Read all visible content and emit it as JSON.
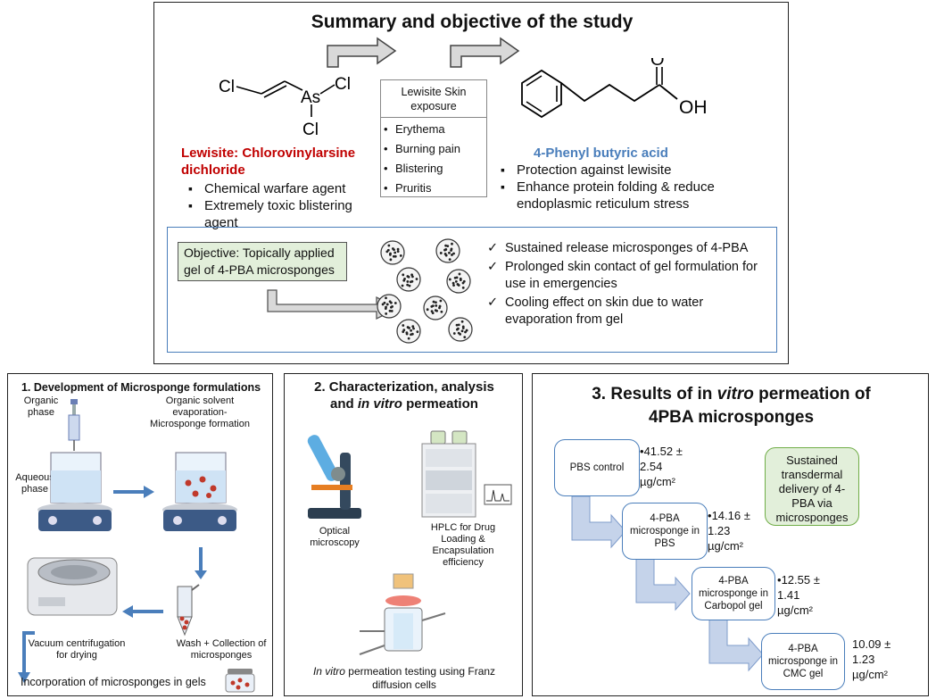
{
  "summary": {
    "title": "Summary and objective of the study",
    "lewisite": {
      "atoms": {
        "cl1": "Cl",
        "as": "As",
        "cl2": "Cl",
        "cl3": "Cl"
      },
      "name_line1": "Lewisite: Chlorovinylarsine",
      "name_line2": "dichloride",
      "bullets": [
        "Chemical warfare agent",
        "Extremely toxic blistering agent"
      ]
    },
    "exposure": {
      "title": "Lewisite Skin exposure",
      "items": [
        "Erythema",
        "Burning pain",
        "Blistering",
        "Pruritis"
      ]
    },
    "pba": {
      "atoms": {
        "o": "O",
        "oh": "OH"
      },
      "name": "4-Phenyl butyric acid",
      "bullets": [
        "Protection against lewisite",
        "Enhance protein folding & reduce endoplasmic reticulum stress"
      ]
    },
    "objective": {
      "text": "Objective: Topically applied gel of 4-PBA microsponges",
      "checks": [
        "Sustained release microsponges of 4-PBA",
        "Prolonged skin contact of gel formulation for use in emergencies",
        "Cooling effect on skin due to water evaporation from gel"
      ]
    }
  },
  "panel1": {
    "title": "1. Development of Microsponge formulations",
    "organic_phase": "Organic phase",
    "aqueous_phase": "Aqueous phase",
    "evaporation": "Organic solvent evaporation- Microsponge formation",
    "wash": "Wash + Collection of microsponges",
    "vacuum": "Vacuum centrifugation for drying",
    "incorporation": "Incorporation of microsponges in gels"
  },
  "panel2": {
    "title_line1": "2. Characterization, analysis",
    "title_line2_pre": "and ",
    "title_line2_em": "in vitro",
    "title_line2_post": " permeation",
    "microscopy": "Optical microscopy",
    "hplc": "HPLC for Drug Loading & Encapsulation efficiency",
    "franz_em": "In vitro",
    "franz_rest": " permeation testing using Franz diffusion cells"
  },
  "panel3": {
    "title_pre": "3. Results of in ",
    "title_em": "vitro",
    "title_post": " permeation of",
    "title_line2": "4PBA microsponges",
    "callout": "Sustained transdermal delivery of 4-PBA via microsponges",
    "results": [
      {
        "label": "PBS control",
        "value": "41.52 ± 2.54",
        "unit": "µg/cm²"
      },
      {
        "label": "4-PBA microsponge in PBS",
        "value": "14.16 ± 1.23",
        "unit": "µg/cm²"
      },
      {
        "label": "4-PBA microsponge in Carbopol gel",
        "value": "12.55 ± 1.41",
        "unit": "µg/cm²"
      },
      {
        "label": "4-PBA microsponge in CMC gel",
        "value": "10.09 ± 1.23",
        "unit": "µg/cm²"
      }
    ]
  }
}
